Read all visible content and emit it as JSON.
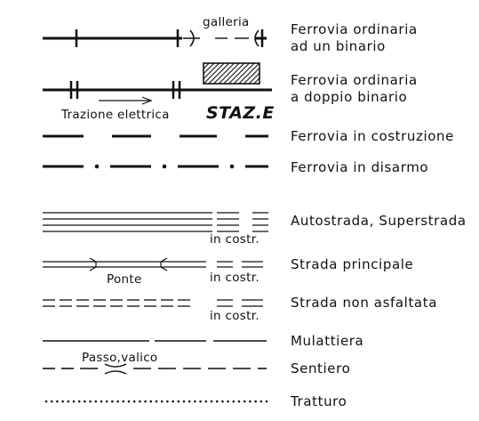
{
  "legend": {
    "items": [
      {
        "label": [
          "Ferrovia ordinaria",
          "ad un binario"
        ],
        "annotation": "galleria"
      },
      {
        "label": [
          "Ferrovia ordinaria",
          "a doppio binario"
        ],
        "annotation": "Trazione elettrica",
        "station": "STAZ.E"
      },
      {
        "label": [
          "Ferrovia in costruzione"
        ]
      },
      {
        "label": [
          "Ferrovia in disarmo"
        ]
      },
      {
        "label": [
          "Autostrada, Superstrada"
        ],
        "annotation": "in costr."
      },
      {
        "label": [
          "Strada principale"
        ],
        "annotation": "in costr.",
        "annotation2": "Ponte"
      },
      {
        "label": [
          "Strada non asfaltata"
        ],
        "annotation": "in costr."
      },
      {
        "label": [
          "Mulattiera"
        ]
      },
      {
        "label": [
          "Sentiero"
        ],
        "annotation": "Passo,valico"
      },
      {
        "label": [
          "Tratturo"
        ]
      }
    ]
  }
}
